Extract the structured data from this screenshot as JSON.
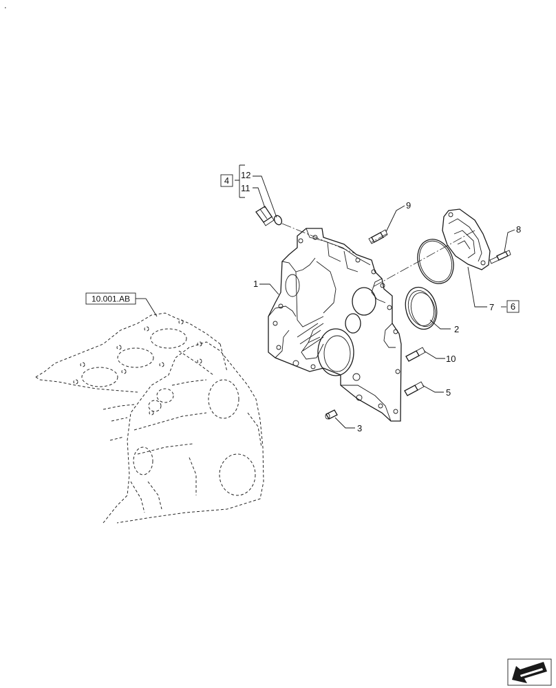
{
  "corner_mark": ".",
  "reference": {
    "label": "10.001.AB"
  },
  "callouts": [
    {
      "id": "1",
      "text": "1"
    },
    {
      "id": "2",
      "text": "2"
    },
    {
      "id": "3",
      "text": "3"
    },
    {
      "id": "4",
      "text": "4",
      "boxed": true
    },
    {
      "id": "5",
      "text": "5"
    },
    {
      "id": "6",
      "text": "6",
      "boxed": true
    },
    {
      "id": "7",
      "text": "7"
    },
    {
      "id": "8",
      "text": "8"
    },
    {
      "id": "9",
      "text": "9"
    },
    {
      "id": "10",
      "text": "10"
    },
    {
      "id": "11",
      "text": "11"
    },
    {
      "id": "12",
      "text": "12"
    }
  ],
  "icons": {
    "navigation": "back-arrow-icon"
  }
}
